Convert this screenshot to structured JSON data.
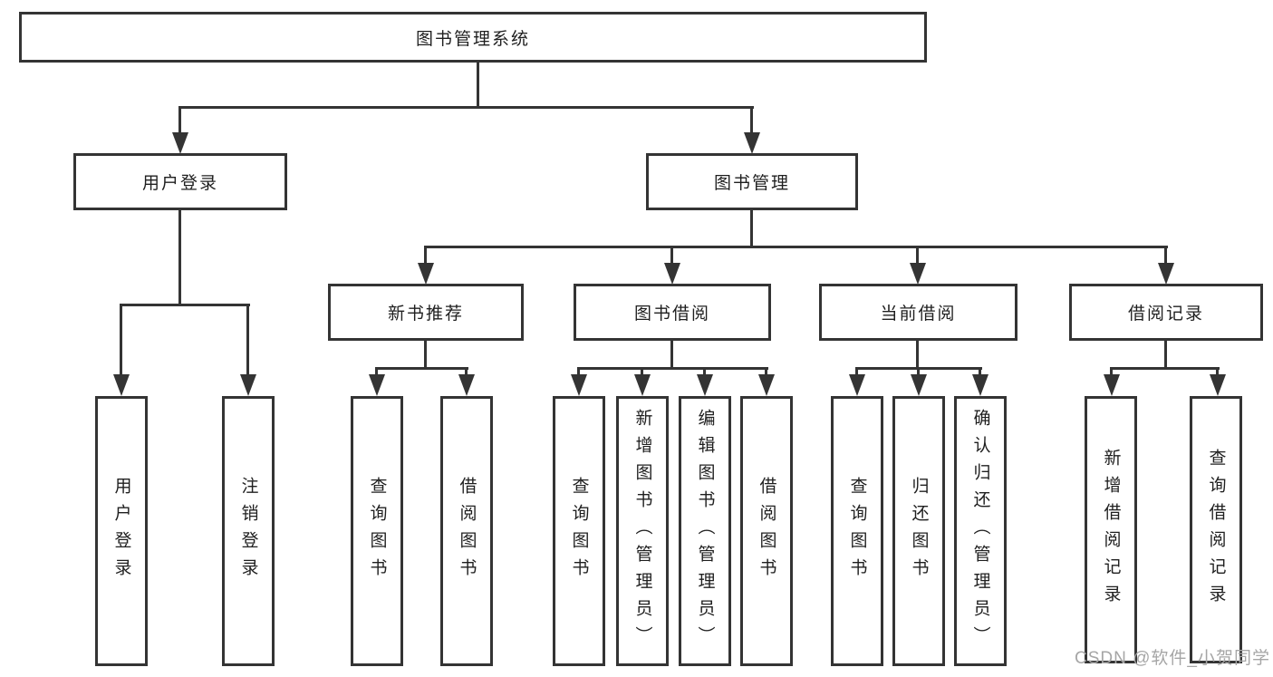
{
  "tree": {
    "root": {
      "label": "图书管理系统"
    },
    "branches": [
      {
        "label": "用户登录",
        "children": [
          {
            "label": "用户登录"
          },
          {
            "label": "注销登录"
          }
        ]
      },
      {
        "label": "图书管理",
        "groups": [
          {
            "label": "新书推荐",
            "children": [
              {
                "label": "查询图书"
              },
              {
                "label": "借阅图书"
              }
            ]
          },
          {
            "label": "图书借阅",
            "children": [
              {
                "label": "查询图书"
              },
              {
                "label": "新增图书（管理员）"
              },
              {
                "label": "编辑图书（管理员）"
              },
              {
                "label": "借阅图书"
              }
            ]
          },
          {
            "label": "当前借阅",
            "children": [
              {
                "label": "查询图书"
              },
              {
                "label": "归还图书"
              },
              {
                "label": "确认归还（管理员）"
              }
            ]
          },
          {
            "label": "借阅记录",
            "children": [
              {
                "label": "新增借阅记录"
              },
              {
                "label": "查询借阅记录"
              }
            ]
          }
        ]
      }
    ]
  },
  "watermark": {
    "text": "CSDN @软件_小贺同学"
  },
  "colors": {
    "line": "#343434",
    "box_border": "#343434",
    "text": "#1f1f1f",
    "background": "#ffffff",
    "watermark": "#a6a6a6"
  }
}
